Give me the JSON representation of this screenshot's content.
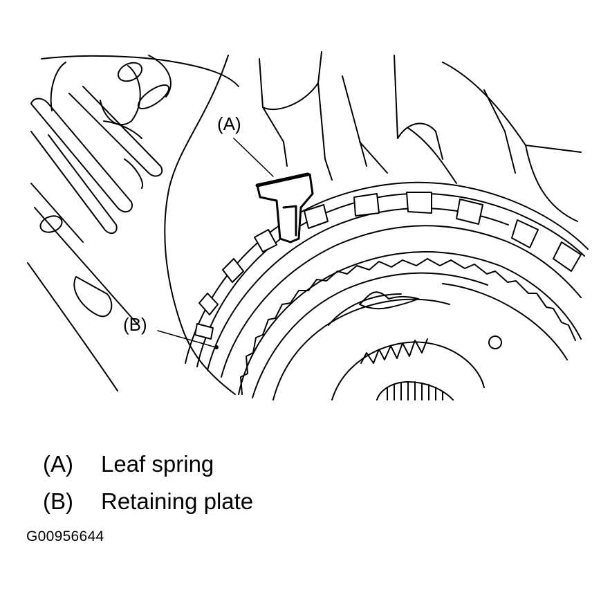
{
  "callouts": {
    "a": "(A)",
    "b": "(B)"
  },
  "legend": [
    {
      "key": "(A)",
      "text": "Leaf spring"
    },
    {
      "key": "(B)",
      "text": "Retaining plate"
    }
  ],
  "figure_id": "G00956644"
}
